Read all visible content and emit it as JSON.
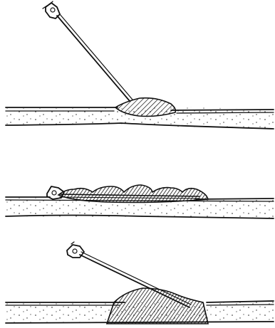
{
  "figure": {
    "panels": [
      {
        "name": "panel-top",
        "content": "needle-injection-into-skin"
      },
      {
        "name": "panel-middle",
        "content": "needle-lying-in-subcutaneous-layer"
      },
      {
        "name": "panel-bottom",
        "content": "needle-penetrating-full-layer"
      }
    ],
    "style": {
      "ink": "#111111",
      "paper": "#ffffff"
    }
  }
}
